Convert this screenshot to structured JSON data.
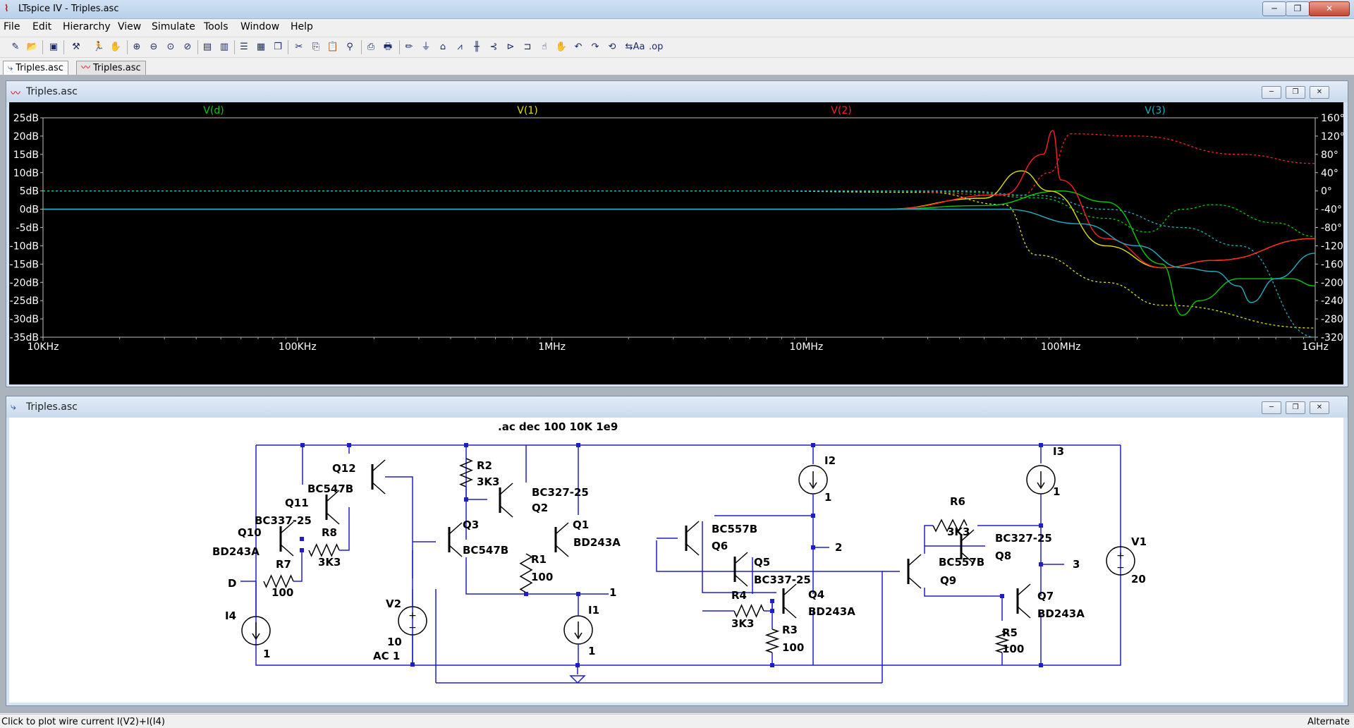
{
  "window": {
    "title": "LTspice IV - Triples.asc",
    "min": "─",
    "max": "❐",
    "close": "✕"
  },
  "menu": [
    "File",
    "Edit",
    "Hierarchy",
    "View",
    "Simulate",
    "Tools",
    "Window",
    "Help"
  ],
  "toolbar_icons": [
    "new-schematic-icon",
    "open-icon",
    "save-icon",
    "control-panel-icon",
    "run-icon",
    "halt-icon",
    "zoom-in-icon",
    "zoom-out-icon",
    "zoom-fit-icon",
    "zoom-cancel-icon",
    "autorange-icon",
    "tile-horizontal-icon",
    "tile-vertical-icon",
    "cascade-icon",
    "cut-icon",
    "copy-icon",
    "paste-icon",
    "find-icon",
    "print-preview-icon",
    "print-icon",
    "draw-wire-icon",
    "ground-icon",
    "label-net-icon",
    "resistor-icon",
    "capacitor-icon",
    "inductor-icon",
    "diode-icon",
    "component-icon",
    "move-icon",
    "drag-icon",
    "undo-icon",
    "redo-icon",
    "rotate-icon",
    "mirror-icon",
    "text-icon",
    "spice-directive-icon"
  ],
  "tabs": [
    {
      "label": "Triples.asc",
      "icon": "schematic-icon",
      "active": true
    },
    {
      "label": "Triples.asc",
      "icon": "waveform-icon",
      "active": false
    }
  ],
  "plot_window": {
    "title": "Triples.asc"
  },
  "schematic_window": {
    "title": "Triples.asc"
  },
  "chart_data": {
    "type": "line",
    "xscale": "log",
    "xlim": [
      10000,
      1000000000
    ],
    "x_ticks": [
      "10KHz",
      "100KHz",
      "1MHz",
      "10MHz",
      "100MHz",
      "1GHz"
    ],
    "left_axis": {
      "ylim": [
        -35,
        25
      ],
      "ticks": [
        "25dB",
        "20dB",
        "15dB",
        "10dB",
        "5dB",
        "0dB",
        "-10dB",
        "-5dB",
        "-15dB",
        "-20dB",
        "-25dB",
        "-30dB",
        "-35dB"
      ],
      "tick_values": [
        25,
        20,
        15,
        10,
        5,
        0,
        -10,
        -5,
        -15,
        -20,
        -25,
        -30,
        -35
      ]
    },
    "right_axis": {
      "ylim": [
        -320,
        160
      ],
      "ticks": [
        "160°",
        "120°",
        "80°",
        "40°",
        "0°",
        "-40°",
        "-80°",
        "-120°",
        "-160°",
        "-200°",
        "-240°",
        "-280°",
        "-320°"
      ]
    },
    "legend_position": "top",
    "background": "#000000",
    "grid": false,
    "series": [
      {
        "name": "V(d)",
        "color": "#00cc00",
        "magnitude": [
          [
            10000,
            0
          ],
          [
            20000000,
            0
          ],
          [
            50000000,
            1
          ],
          [
            100000000,
            5
          ],
          [
            150000000,
            2
          ],
          [
            250000000,
            -15
          ],
          [
            300000000,
            -29
          ],
          [
            350000000,
            -25
          ],
          [
            500000000,
            -19
          ],
          [
            800000000,
            -19
          ],
          [
            1000000000,
            -21
          ]
        ],
        "phase": [
          [
            10000,
            0
          ],
          [
            20000000,
            0
          ],
          [
            40000000,
            -2
          ],
          [
            80000000,
            -15
          ],
          [
            150000000,
            -60
          ],
          [
            220000000,
            -90
          ],
          [
            300000000,
            -40
          ],
          [
            400000000,
            -30
          ],
          [
            700000000,
            -70
          ],
          [
            1000000000,
            -100
          ]
        ]
      },
      {
        "name": "V(1)",
        "color": "#e0e000",
        "magnitude": [
          [
            10000,
            0
          ],
          [
            20000000,
            0
          ],
          [
            50000000,
            3
          ],
          [
            70000000,
            10.5
          ],
          [
            90000000,
            5
          ],
          [
            150000000,
            -10
          ],
          [
            250000000,
            -16
          ],
          [
            400000000,
            -14
          ],
          [
            1000000000,
            -8
          ]
        ],
        "phase": [
          [
            10000,
            0
          ],
          [
            5000000,
            0
          ],
          [
            30000000,
            -3
          ],
          [
            60000000,
            -30
          ],
          [
            80000000,
            -140
          ],
          [
            150000000,
            -200
          ],
          [
            250000000,
            -250
          ],
          [
            1000000000,
            -300
          ]
        ]
      },
      {
        "name": "V(2)",
        "color": "#ff2020",
        "magnitude": [
          [
            10000,
            0
          ],
          [
            20000000,
            0
          ],
          [
            60000000,
            4
          ],
          [
            85000000,
            15
          ],
          [
            93000000,
            21.5
          ],
          [
            100000000,
            8
          ],
          [
            150000000,
            -8
          ],
          [
            250000000,
            -16
          ],
          [
            400000000,
            -14
          ],
          [
            1000000000,
            -8
          ]
        ],
        "phase": [
          [
            10000,
            0
          ],
          [
            20000000,
            0
          ],
          [
            70000000,
            -10
          ],
          [
            90000000,
            40
          ],
          [
            110000000,
            125
          ],
          [
            200000000,
            120
          ],
          [
            500000000,
            80
          ],
          [
            1000000000,
            60
          ]
        ]
      },
      {
        "name": "V(3)",
        "color": "#20b0c0",
        "magnitude": [
          [
            10000,
            0
          ],
          [
            20000000,
            0
          ],
          [
            60000000,
            0
          ],
          [
            120000000,
            -4
          ],
          [
            200000000,
            -10
          ],
          [
            300000000,
            -16
          ],
          [
            400000000,
            -17
          ],
          [
            500000000,
            -21
          ],
          [
            560000000,
            -25.5
          ],
          [
            700000000,
            -19
          ],
          [
            1000000000,
            -12
          ]
        ],
        "phase": [
          [
            10000,
            0
          ],
          [
            40000000,
            0
          ],
          [
            80000000,
            -10
          ],
          [
            150000000,
            -40
          ],
          [
            300000000,
            -80
          ],
          [
            500000000,
            -120
          ],
          [
            1000000000,
            -320
          ]
        ]
      }
    ]
  },
  "schematic": {
    "directive": ".ac dec 100 10K 1e9",
    "labels": [
      "Q12",
      "BC547B",
      "Q11",
      "BC337-25",
      "Q10",
      "BD243A",
      "R8",
      "3K3",
      "R7",
      "100",
      "D",
      "I4",
      "1",
      "V2",
      "10",
      "AC 1",
      "R2",
      "3K3",
      "BC327-25",
      "Q2",
      "Q3",
      "BC547B",
      "R1",
      "100",
      "Q1",
      "BD243A",
      "1",
      "I1",
      "1",
      "I2",
      "1",
      "2",
      "BC557B",
      "Q6",
      "Q5",
      "BC337-25",
      "R4",
      "3K3",
      "Q4",
      "BD243A",
      "R3",
      "100",
      "I3",
      "1",
      "R6",
      "3K3",
      "BC327-25",
      "Q8",
      "BC557B",
      "Q9",
      "3",
      "Q7",
      "BD243A",
      "R5",
      "100",
      "V1",
      "20"
    ]
  },
  "status": {
    "text": "Click to plot wire current I(V2)+I(I4)",
    "mode": "Alternate"
  }
}
